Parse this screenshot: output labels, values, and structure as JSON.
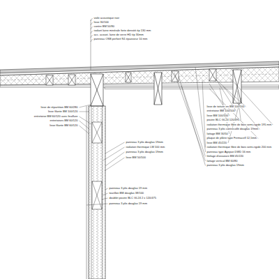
{
  "diagram": {
    "labels": [
      "voile acoustique noir",
      "lisse 30/100",
      "contre BM 50/80",
      "isolant laine minérale forte densité ép 130 mm",
      "acc. acoust. laine de verre HD ép 30mm",
      "panneau OSB perforé N1 épaisseur 10 mm",
      "lisse de répartition BM 60/280",
      "lisse filante BM 100/120",
      "entretoise BM 60/120 avec feuillure",
      "entretoises BM 60/120",
      "lisse filante BM 60/120",
      "panneau 3 plis douglas 19mm",
      "isolation thermique LM 100 mm",
      "panneau 3 plis douglas 19mm",
      "lisse BM 50/100",
      "lisse de toiture en BM 100/100",
      "entretoise BM 100/100",
      "lisse BM 100/100",
      "poutre BLC GL24 120/495",
      "isolation thermique fibre de bois semi-rigide 195 mm",
      "panneau 3 plis contrecollé douglas 19mm",
      "lattage BM 30/50",
      "plaque de plâtre type Fermacell 12,5mm",
      "lisse BM 45/220",
      "isolation thermique fibre de bois semi-rigide 200 mm",
      "panneau type Agepan DWD 16 mm",
      "litelage d'ossature BM 45/220",
      "lattage vertical BM 60/80",
      "panneau 3 plis douglas 19mm",
      "panneau 3 plis douglas 19 mm",
      "tourillon BM douglas 38/100",
      "doublet poutre BLC GL24 2 x 120/475",
      "panneau 3 plis douglas 19 mm"
    ]
  }
}
